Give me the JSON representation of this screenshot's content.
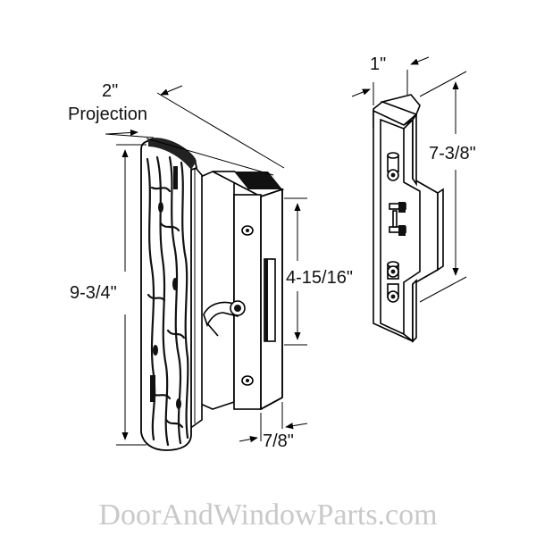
{
  "labels": {
    "projection_value": "2\"",
    "projection_word": "Projection",
    "handle_height": "9-3/4\"",
    "hole_spacing": "4-15/16\"",
    "plate_width": "7/8\"",
    "keeper_width": "1\"",
    "keeper_height": "7-3/8\""
  },
  "watermark": "DoorAndWindowParts.com",
  "colors": {
    "line": "#000000",
    "wood_dark": "#1a1a1a",
    "watermark": "#c9c9c9"
  },
  "icons": [
    "wood-grain-handle",
    "latch-lever",
    "keeper-strike"
  ]
}
